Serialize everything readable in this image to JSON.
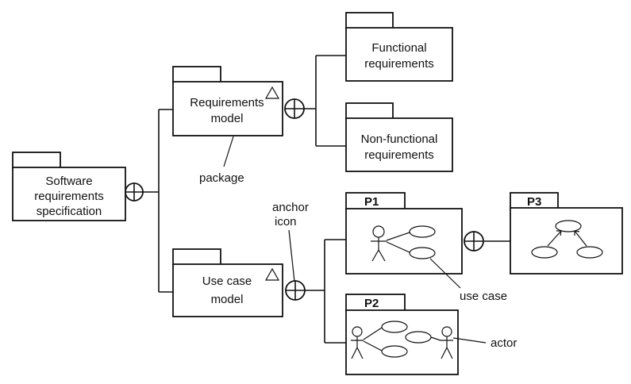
{
  "packages": {
    "software_spec": {
      "lines": [
        "Software",
        "requirements",
        "specification"
      ]
    },
    "requirements_model": {
      "lines": [
        "Requirements",
        "model"
      ]
    },
    "functional": {
      "lines": [
        "Functional",
        "requirements"
      ]
    },
    "non_functional": {
      "lines": [
        "Non-functional",
        "requirements"
      ]
    },
    "use_case_model": {
      "lines": [
        "Use case",
        "model"
      ]
    },
    "p1": {
      "name": "P1"
    },
    "p2": {
      "name": "P2"
    },
    "p3": {
      "name": "P3"
    }
  },
  "annotations": {
    "package": "package",
    "anchor_icon": [
      "anchor",
      "icon"
    ],
    "use_case": "use case",
    "actor": "actor"
  },
  "colors": {
    "stroke": "#111111",
    "background": "#ffffff"
  }
}
